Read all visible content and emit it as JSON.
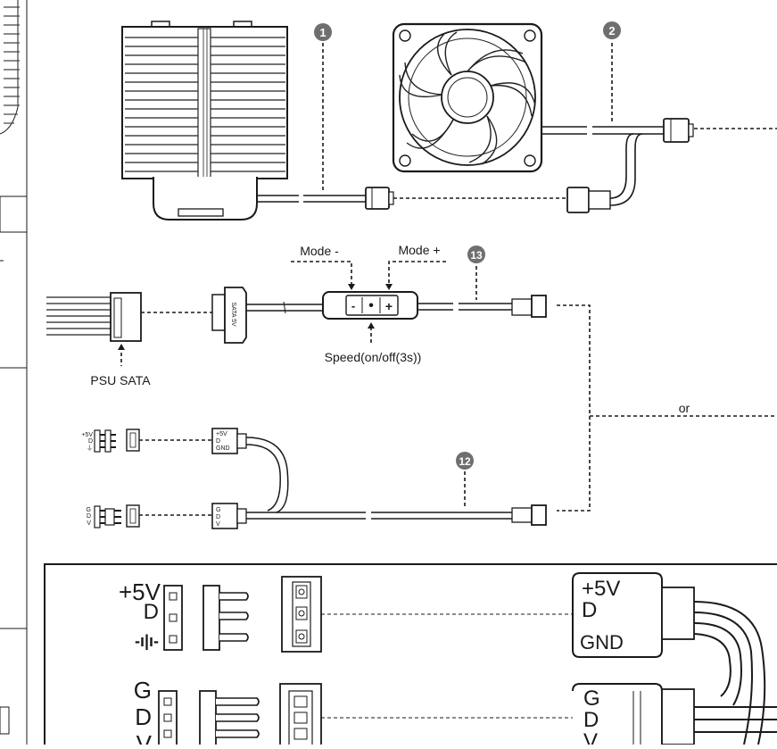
{
  "callouts": {
    "c1": "1",
    "c2": "2",
    "c13": "13",
    "c12": "12"
  },
  "controller": {
    "mode_minus": "Mode -",
    "mode_plus": "Mode +",
    "speed": "Speed(on/off(3s))",
    "btn_minus": "-",
    "btn_center": "•",
    "btn_plus": "+"
  },
  "psu": {
    "label": "PSU SATA",
    "sata_tag": "SATA 5V"
  },
  "or_label": "or",
  "argb_small": {
    "plus5v": "+5V",
    "d": "D",
    "ground": "⏚",
    "g": "G",
    "dd": "D",
    "v": "V"
  },
  "splitter_small": {
    "top": [
      "+5V",
      "D",
      "GND"
    ],
    "bottom": [
      "G",
      "D",
      "V"
    ]
  },
  "detail": {
    "top_pins": [
      "+5V",
      "D",
      "-ı|ı-"
    ],
    "bottom_pins": [
      "G",
      "D",
      "V"
    ],
    "big_top": [
      "+5V",
      "D",
      "GND"
    ],
    "big_bottom": [
      "G",
      "D",
      "V"
    ]
  }
}
